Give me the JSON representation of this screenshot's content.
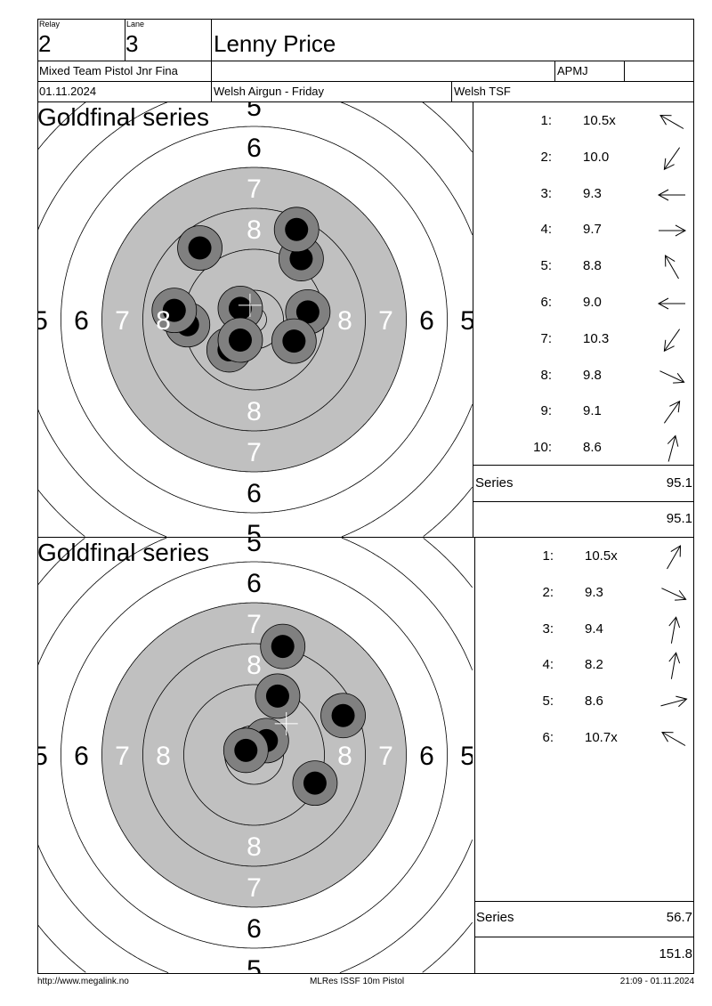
{
  "header": {
    "relay_label": "Relay",
    "relay": "2",
    "lane_label": "Lane",
    "lane": "3",
    "name": "Lenny Price",
    "event": "Mixed Team Pistol Jnr Fina",
    "class": "APMJ",
    "date": "01.11.2024",
    "competition": "Welsh Airgun - Friday",
    "club": "Welsh TSF"
  },
  "sections": [
    {
      "title": "Goldfinal series",
      "series_label": "Series",
      "series_total": "95.1",
      "running_total": "95.1",
      "group_center_mm": {
        "x": -0.8,
        "y": 2.8
      },
      "shots": [
        {
          "n": "1:",
          "score": "10.5x",
          "arrow_deg": 150,
          "x_mm": -2.7,
          "y_mm": 2.2
        },
        {
          "n": "2:",
          "score": "10.0",
          "arrow_deg": 235,
          "x_mm": -4.9,
          "y_mm": -5.9
        },
        {
          "n": "3:",
          "score": "9.3",
          "arrow_deg": 180,
          "x_mm": -13.0,
          "y_mm": -1.0
        },
        {
          "n": "4:",
          "score": "9.7",
          "arrow_deg": 0,
          "x_mm": 10.5,
          "y_mm": 1.5
        },
        {
          "n": "5:",
          "score": "8.8",
          "arrow_deg": 120,
          "x_mm": -10.6,
          "y_mm": 14.0
        },
        {
          "n": "6:",
          "score": "9.0",
          "arrow_deg": 180,
          "x_mm": -15.6,
          "y_mm": 1.8
        },
        {
          "n": "7:",
          "score": "10.3",
          "arrow_deg": 235,
          "x_mm": -2.7,
          "y_mm": -4.0
        },
        {
          "n": "8:",
          "score": "9.8",
          "arrow_deg": 335,
          "x_mm": 7.8,
          "y_mm": -4.2
        },
        {
          "n": "9:",
          "score": "9.1",
          "arrow_deg": 55,
          "x_mm": 9.2,
          "y_mm": 11.9
        },
        {
          "n": "10:",
          "score": "8.6",
          "arrow_deg": 75,
          "x_mm": 8.3,
          "y_mm": 17.6
        }
      ]
    },
    {
      "title": "Goldfinal series",
      "series_label": "Series",
      "series_total": "56.7",
      "running_total": "151.8",
      "group_center_mm": {
        "x": 6.3,
        "y": 6.1
      },
      "shots": [
        {
          "n": "1:",
          "score": "10.5x",
          "arrow_deg": 60,
          "x_mm": 2.4,
          "y_mm": 2.8
        },
        {
          "n": "2:",
          "score": "9.3",
          "arrow_deg": 335,
          "x_mm": 11.9,
          "y_mm": -5.5
        },
        {
          "n": "3:",
          "score": "9.4",
          "arrow_deg": 80,
          "x_mm": 4.6,
          "y_mm": 11.5
        },
        {
          "n": "4:",
          "score": "8.2",
          "arrow_deg": 80,
          "x_mm": 5.6,
          "y_mm": 21.2
        },
        {
          "n": "5:",
          "score": "8.6",
          "arrow_deg": 15,
          "x_mm": 17.4,
          "y_mm": 7.7
        },
        {
          "n": "6:",
          "score": "10.7x",
          "arrow_deg": 150,
          "x_mm": -1.6,
          "y_mm": 0.9
        }
      ]
    }
  ],
  "target": {
    "ring_labels": [
      "8",
      "7",
      "6",
      "5"
    ],
    "black_color": "#c0c0c0",
    "shot_halo_color": "#808080"
  },
  "footer": {
    "left": "http://www.megalink.no",
    "center": "MLRes ISSF 10m Pistol",
    "right": "21:09 - 01.11.2024"
  }
}
